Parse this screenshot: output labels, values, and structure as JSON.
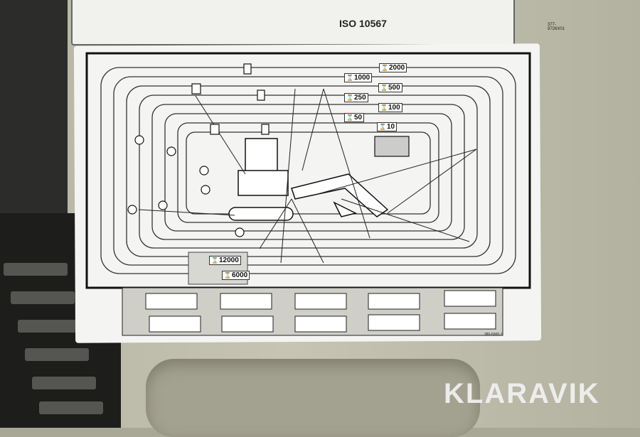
{
  "top_label": {
    "standard": "ISO 10567",
    "part_number": "377-9726X01"
  },
  "intervals": {
    "i2000": "2000",
    "i1000": "1000",
    "i500": "500",
    "i250": "250",
    "i100": "100",
    "i50": "50",
    "i10": "10",
    "i12000": "12000",
    "i6000": "6000"
  },
  "bottom_label": {
    "part_number": "380-6965-1"
  },
  "watermark": "KLARAVIK"
}
